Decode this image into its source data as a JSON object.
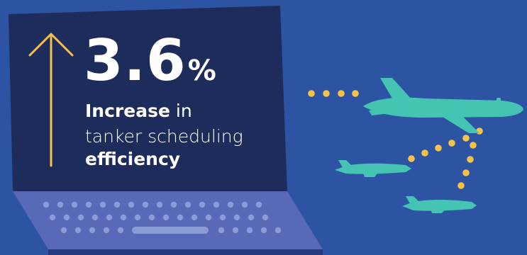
{
  "stat": {
    "value": "3.6",
    "unit": "%"
  },
  "caption": {
    "line1_bold": "Increase",
    "line1_rest": " in",
    "line2": "tanker scheduling",
    "line3_bold": "efficiency"
  },
  "colors": {
    "background": "#2d54a3",
    "screen": "#1e2c5b",
    "laptop_body": "#5869b7",
    "keys": "#8c9bd8",
    "arrow": "#f6c247",
    "aircraft": "#45c4b4",
    "dots": "#f6c247"
  },
  "icons": [
    "up-arrow-icon",
    "tanker-aircraft-icon",
    "fighter-jet-icon"
  ]
}
